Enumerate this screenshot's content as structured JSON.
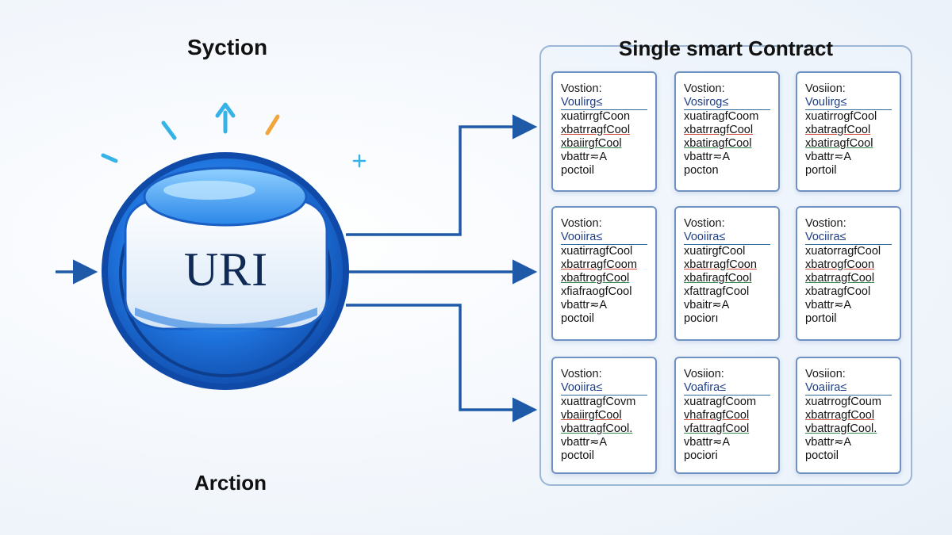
{
  "titles": {
    "left": "Syction",
    "bottom": "Arction",
    "right": "Single smart Contract"
  },
  "uri_label": "URI",
  "colors": {
    "arrow": "#1f5aa8",
    "sphere_outer": "#1c6fd8",
    "sphere_inner": "#e8f1fb",
    "panel_border": "#9cb6d6",
    "card_border": "#6f92c2",
    "spark_cyan": "#36b3e6",
    "spark_orange": "#f2a53a"
  },
  "cards": [
    {
      "lines": [
        "Vostion:",
        "Voulirg≤",
        "xuatirrgfCoon",
        "xbatrragfCool",
        "xbaiirgfCool",
        "vbattr≂A",
        "poctoil"
      ]
    },
    {
      "lines": [
        "Vostion:",
        "Vosirog≤",
        "xuatiragfCoom",
        "xbatrragfCool",
        "xbatiragfCool",
        "vbattr≂A",
        "pocton"
      ]
    },
    {
      "lines": [
        "Vosiion:",
        "Voulirg≤",
        "xuatirrogfCool",
        "xbatragfCool",
        "xbatiragfCool",
        "vbattr≂A",
        "portoil"
      ]
    },
    {
      "lines": [
        "Vostion:",
        "Vooiira≤",
        "xuatirragfCool",
        "xbatrragfCoom",
        "xbaftrogfCool",
        "xfiafraogfCool",
        "vbattr≂A",
        "poctoil"
      ]
    },
    {
      "lines": [
        "Vostion:",
        "Vooiira≤",
        "xuatirgfCool",
        "xbatrragfCoon",
        "xbafiragfCool",
        "xfattragfCool",
        "vbaitr≂A",
        "pociorı"
      ]
    },
    {
      "lines": [
        "Vostion:",
        "Vociira≤",
        "xuatorragfCool",
        "xbatrogfCoon",
        "xbatrragfCool",
        "xbatragfCool",
        "vbattr≂A",
        "portoil"
      ]
    },
    {
      "lines": [
        "Vostion:",
        "Vooiira≤",
        "xuattragfCovm",
        "vbaiirgfCool",
        "vbattragfCool.",
        "vbattr≂A",
        "poctoil"
      ]
    },
    {
      "lines": [
        "Vosiion:",
        "Voafira≤",
        "xuatragfCoom",
        "vhafragfCool",
        "vfattragfCool",
        "vbattr≂A",
        "pociori"
      ]
    },
    {
      "lines": [
        "Vosiion:",
        "Voaiira≤",
        "xuatrrogfCoum",
        "xbatrragfCool",
        "vbattragfCool.",
        "vbattr≂A",
        "poctoil"
      ]
    }
  ]
}
